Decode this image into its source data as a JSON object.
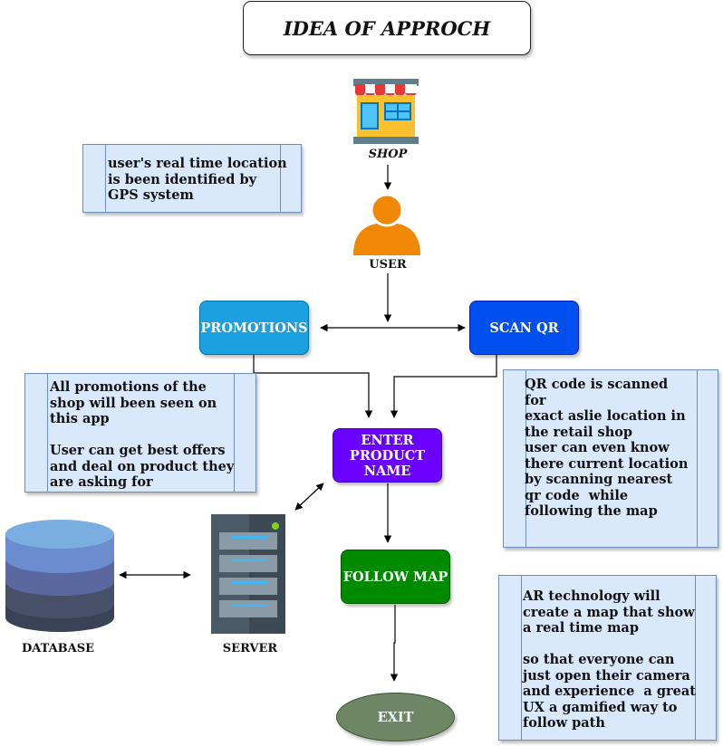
{
  "title": "IDEA OF APPROCH",
  "nodes": {
    "shop": "SHOP",
    "user": "USER",
    "promotions": "PROMOTIONS",
    "scan_qr": "SCAN QR",
    "enter_product_name": "ENTER PRODUCT NAME",
    "follow_map": "FOLLOW MAP",
    "exit": "EXIT",
    "database": "DATABASE",
    "server": "SERVER"
  },
  "notes": {
    "gps": "user's real time location\nis been identified by\nGPS system",
    "promotions": "All promotions of the\nshop will been seen on\nthis app\n\nUser can get best offers\nand deal on product they\nare asking for",
    "qr": "QR code is scanned\nfor\nexact aslie location in\nthe retail shop\nuser can even know\nthere current location\nby scanning nearest\nqr code  while\nfollowing the map",
    "ar": "AR technology will\ncreate a map that show\na real time map\n\nso that everyone can\njust open their camera\nand experience  a great\nUX a gamified way to\nfollow path"
  },
  "colors": {
    "promotions": "#1ba1e2",
    "scan_qr": "#0050ef",
    "enter_product_name": "#6a00ff",
    "follow_map": "#008a00",
    "exit": "#6d8764",
    "note_fill": "#dae8fc",
    "note_border": "#6c8ebf"
  },
  "icons": {
    "shop": "store-icon",
    "user": "user-icon",
    "database": "database-icon",
    "server": "server-icon"
  }
}
